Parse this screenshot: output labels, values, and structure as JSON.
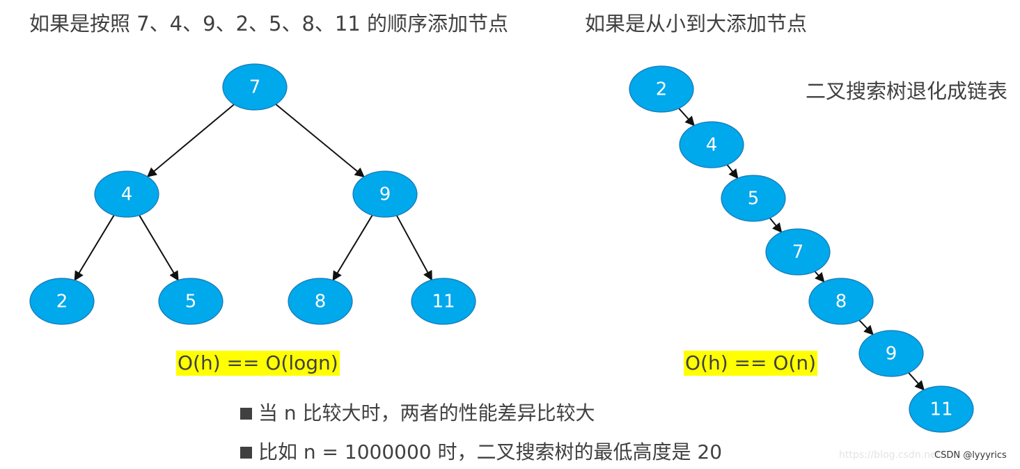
{
  "headings": {
    "left": "如果是按照 7、4、9、2、5、8、11 的顺序添加节点",
    "right": "如果是从小到大添加节点",
    "degenerate": "二叉搜索树退化成链表"
  },
  "balanced_tree": {
    "nodes": [
      "7",
      "4",
      "9",
      "2",
      "5",
      "8",
      "11"
    ],
    "complexity": "O(h) == O(logn)"
  },
  "linked_list_tree": {
    "nodes": [
      "2",
      "4",
      "5",
      "7",
      "8",
      "9",
      "11"
    ],
    "complexity": "O(h) == O(n)"
  },
  "bullets": [
    "当 n 比较大时，两者的性能差异比较大",
    "比如 n = 1000000 时，二叉搜索树的最低高度是 20"
  ],
  "watermark": "https://blog.csdn.net/...",
  "credit": "CSDN @lyyyrics",
  "colors": {
    "node_fill": "#00a8ec",
    "node_stroke": "#1a76b3",
    "highlight": "#ffff00",
    "text": "#404040"
  }
}
